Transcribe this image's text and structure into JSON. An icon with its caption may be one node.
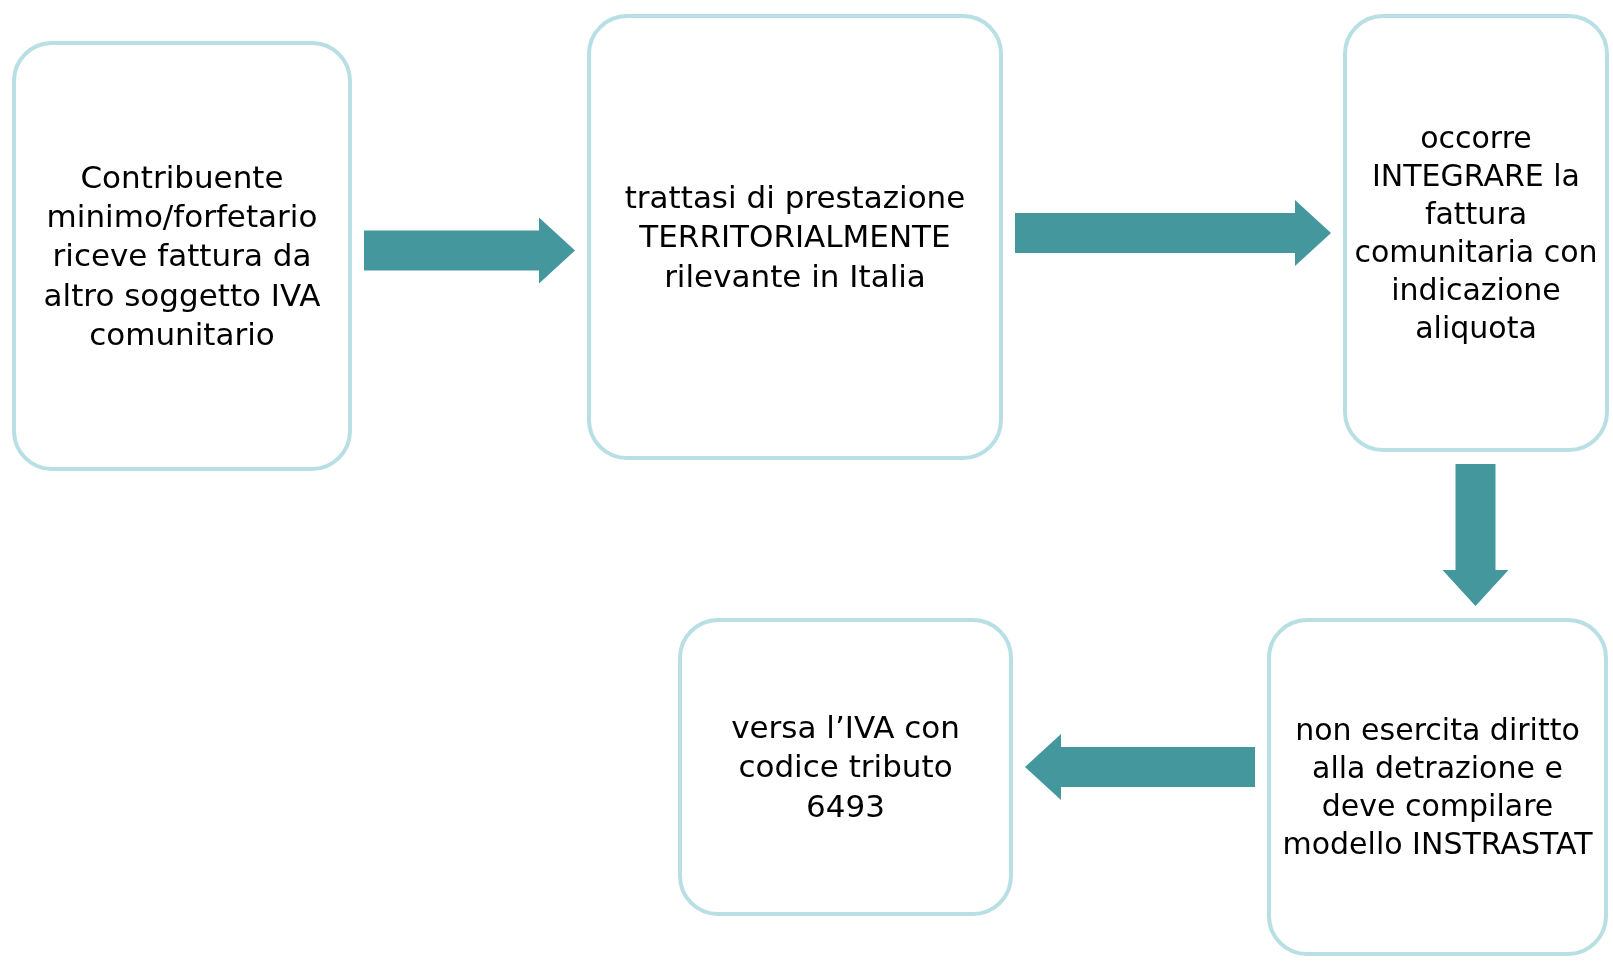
{
  "diagram": {
    "nodes": [
      {
        "text": [
          "Contribuente minimo/forfetario riceve fattura da altro soggetto IVA comunitario"
        ]
      },
      {
        "text": [
          "trattasi di prestazione TERRITORIALMENTE rilevante in Italia"
        ]
      },
      {
        "text": [
          "occorre INTEGRARE la fattura comunitaria con indicazione aliquota"
        ]
      },
      {
        "text": [
          "non esercita diritto alla detrazione e deve compilare modello INSTRASTAT"
        ]
      },
      {
        "text": [
          "versa l’IVA con codice tributo 6493"
        ]
      }
    ],
    "edges": [
      {
        "from": 0,
        "to": 1,
        "arrow": "to"
      },
      {
        "from": 1,
        "to": 2,
        "arrow": "to"
      },
      {
        "from": 2,
        "to": 3,
        "arrow": "to"
      },
      {
        "from": 3,
        "to": 4,
        "arrow": "to"
      }
    ]
  }
}
